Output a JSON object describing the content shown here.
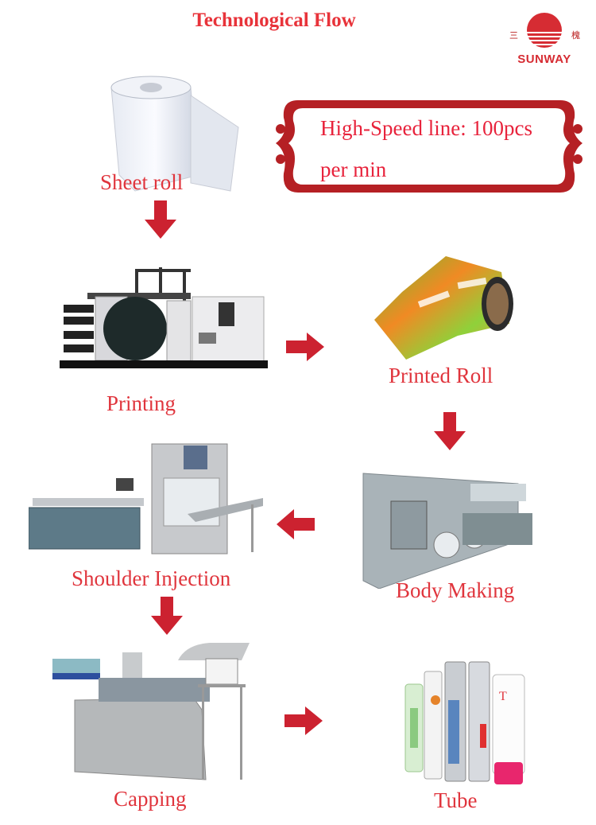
{
  "title": "Technological Flow",
  "logo": {
    "brand": "SUNWAY",
    "cjk_left": "三",
    "cjk_right": "槐",
    "colors": {
      "primary": "#d62c33"
    }
  },
  "banner": {
    "line1": "High-Speed line: 100pcs",
    "line2": "per min",
    "frame_color": "#b52024",
    "text_color": "#e8233c"
  },
  "steps": [
    {
      "label": "Sheet roll",
      "icon": "film-roll-image"
    },
    {
      "label": "Printing",
      "icon": "printing-machine-image"
    },
    {
      "label": "Printed Roll",
      "icon": "printed-roll-image"
    },
    {
      "label": "Body Making",
      "icon": "body-making-machine-image"
    },
    {
      "label": "Shoulder Injection",
      "icon": "shoulder-injection-machine-image"
    },
    {
      "label": "Capping",
      "icon": "capping-machine-image"
    },
    {
      "label": "Tube",
      "icon": "tubes-image"
    }
  ],
  "arrows": [
    {
      "direction": "down",
      "from": "Sheet roll",
      "to": "Printing"
    },
    {
      "direction": "right",
      "from": "Printing",
      "to": "Printed Roll"
    },
    {
      "direction": "down",
      "from": "Printed Roll",
      "to": "Body Making"
    },
    {
      "direction": "left",
      "from": "Body Making",
      "to": "Shoulder Injection"
    },
    {
      "direction": "down",
      "from": "Shoulder Injection",
      "to": "Capping"
    },
    {
      "direction": "right",
      "from": "Capping",
      "to": "Tube"
    }
  ],
  "colors": {
    "accent": "#e0353d",
    "arrow": "#cc2230"
  }
}
